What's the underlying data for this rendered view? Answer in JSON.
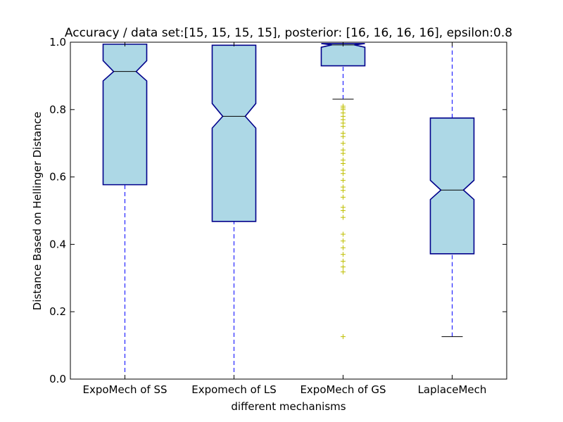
{
  "chart_data": {
    "type": "boxplot",
    "title": "Accuracy / data set:[15, 15, 15, 15], posterior: [16, 16, 16, 16], epsilon:0.8",
    "xlabel": "different mechanisms",
    "ylabel": "Distance Based on Hellinger Distance",
    "ylim": [
      0.0,
      1.0
    ],
    "yticks": [
      "0.0",
      "0.2",
      "0.4",
      "0.6",
      "0.8",
      "1.0"
    ],
    "notched": true,
    "grid": false,
    "colors": {
      "box_fill": "#add8e6",
      "box_edge": "#00008b",
      "whisker": "#0000ff",
      "cap": "#000000",
      "median": "#000000",
      "flier": "#bfbf00"
    },
    "categories": [
      "ExpoMech of SS",
      "Expomech of LS",
      "ExpoMech of GS",
      "LaplaceMech"
    ],
    "boxes": [
      {
        "name": "ExpoMech of SS",
        "whislo": 0.0,
        "q1": 0.577,
        "med": 0.913,
        "q3": 0.994,
        "whishi": 1.0,
        "notch_lo": 0.885,
        "notch_hi": 0.945,
        "fliers": []
      },
      {
        "name": "Expomech of LS",
        "whislo": 0.0,
        "q1": 0.468,
        "med": 0.78,
        "q3": 0.991,
        "whishi": 1.0,
        "notch_lo": 0.745,
        "notch_hi": 0.818,
        "fliers": []
      },
      {
        "name": "ExpoMech of GS",
        "whislo": 0.831,
        "q1": 0.93,
        "med": 0.992,
        "q3": 0.996,
        "whishi": 1.0,
        "notch_lo": 0.985,
        "notch_hi": 1.0,
        "fliers": [
          0.126,
          0.318,
          0.333,
          0.35,
          0.37,
          0.39,
          0.41,
          0.43,
          0.48,
          0.5,
          0.51,
          0.54,
          0.56,
          0.57,
          0.59,
          0.61,
          0.62,
          0.64,
          0.65,
          0.67,
          0.68,
          0.7,
          0.72,
          0.73,
          0.75,
          0.76,
          0.77,
          0.78,
          0.79,
          0.8,
          0.805,
          0.81
        ]
      },
      {
        "name": "LaplaceMech",
        "whislo": 0.126,
        "q1": 0.372,
        "med": 0.561,
        "q3": 0.775,
        "whishi": 1.0,
        "notch_lo": 0.533,
        "notch_hi": 0.59,
        "fliers": []
      }
    ]
  }
}
